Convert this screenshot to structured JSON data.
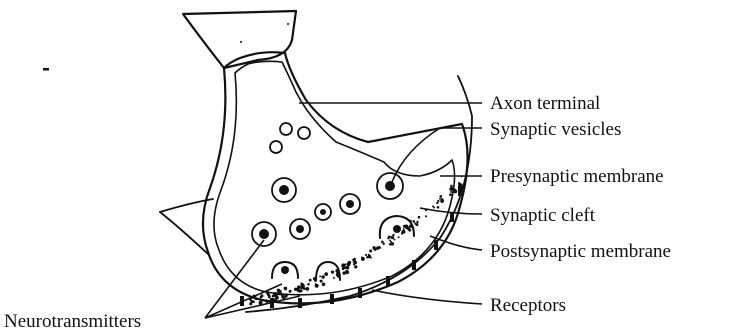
{
  "diagram": {
    "labels": {
      "axon_terminal": "Axon terminal",
      "synaptic_vesicles": "Synaptic vesicles",
      "presynaptic_membrane": "Presynaptic membrane",
      "synaptic_cleft": "Synaptic cleft",
      "postsynaptic_membrane": "Postsynaptic membrane",
      "receptors": "Receptors",
      "neurotransmitters": "Neurotransmitters"
    },
    "colors": {
      "ink": "#111111",
      "background": "#ffffff"
    }
  }
}
